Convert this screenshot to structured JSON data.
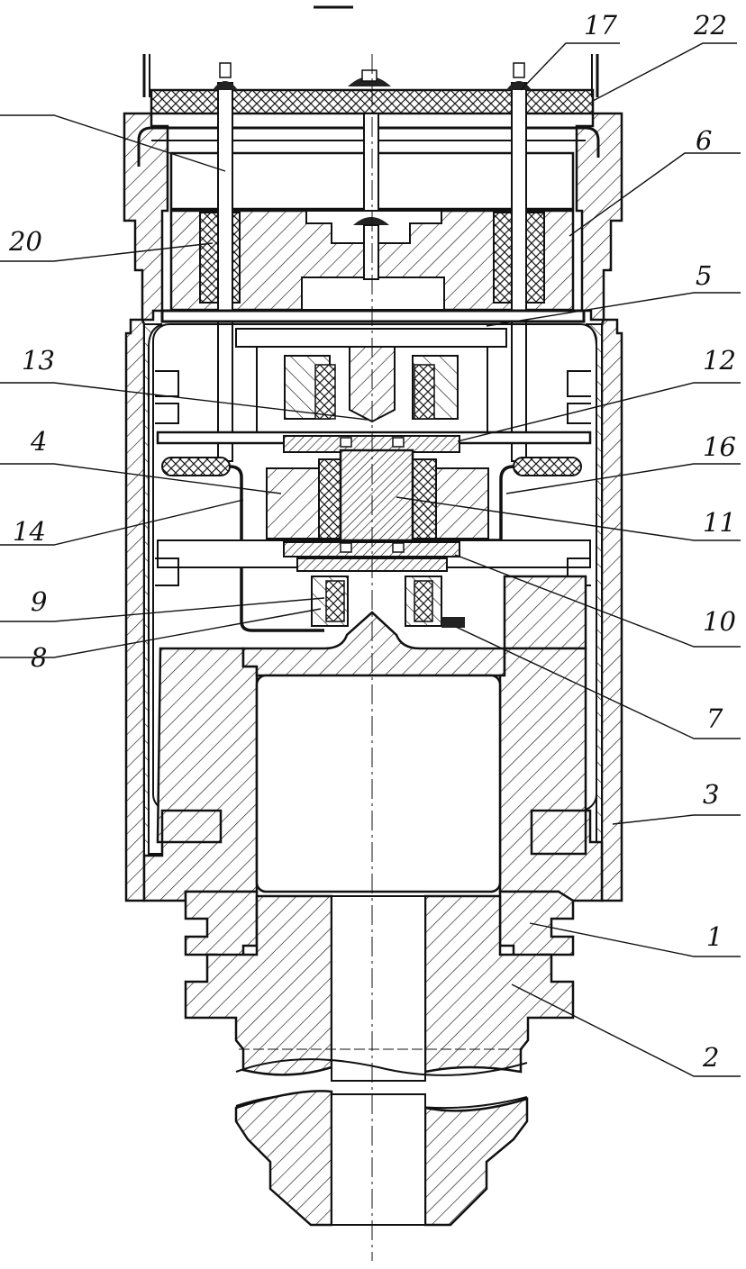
{
  "figure": {
    "labels": {
      "l17": "17",
      "l22": "22",
      "l6": "6",
      "l20": "20",
      "l5": "5",
      "l13": "13",
      "l12": "12",
      "l4": "4",
      "l16": "16",
      "l14": "14",
      "l11": "11",
      "l9": "9",
      "l10": "10",
      "l8": "8",
      "l7": "7",
      "l3": "3",
      "l1": "1",
      "l2": "2"
    }
  }
}
